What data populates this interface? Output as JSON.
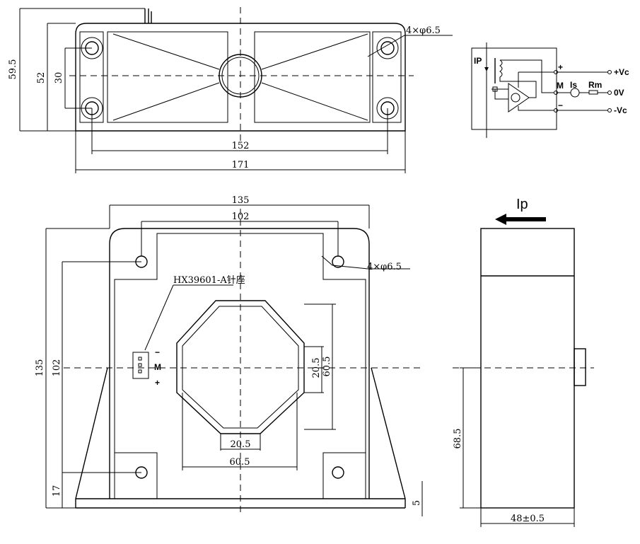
{
  "top_view": {
    "dim_height_total": "59.5",
    "dim_height_body": "52",
    "dim_hole_pitch_v": "30",
    "dim_hole_pitch_h": "152",
    "dim_width": "171",
    "hole_note": "4×φ6.5"
  },
  "circuit": {
    "ip": "IP",
    "plus": "+",
    "m": "M",
    "minus": "−",
    "is": "Is",
    "rm": "Rm",
    "vc_pos": "+Vc",
    "zero_v": "0V",
    "vc_neg": "-Vc"
  },
  "front_view": {
    "dim_width": "135",
    "dim_hole_pitch_h": "102",
    "dim_height": "135",
    "dim_hole_pitch_v": "102",
    "dim_bottom": "17",
    "dim_base": "5",
    "hole_note": "4×φ6.5",
    "connector_label": "HX39601-A针座",
    "pin_minus": "−",
    "pin_m": "M",
    "pin_plus": "+",
    "dim_window_w": "60.5",
    "dim_window_bottom": "20.5",
    "dim_window_h": "60.5",
    "dim_window_side": "20.5"
  },
  "side_view": {
    "current_label": "Ip",
    "dim_center_height": "68.5",
    "dim_depth": "48±0.5"
  }
}
